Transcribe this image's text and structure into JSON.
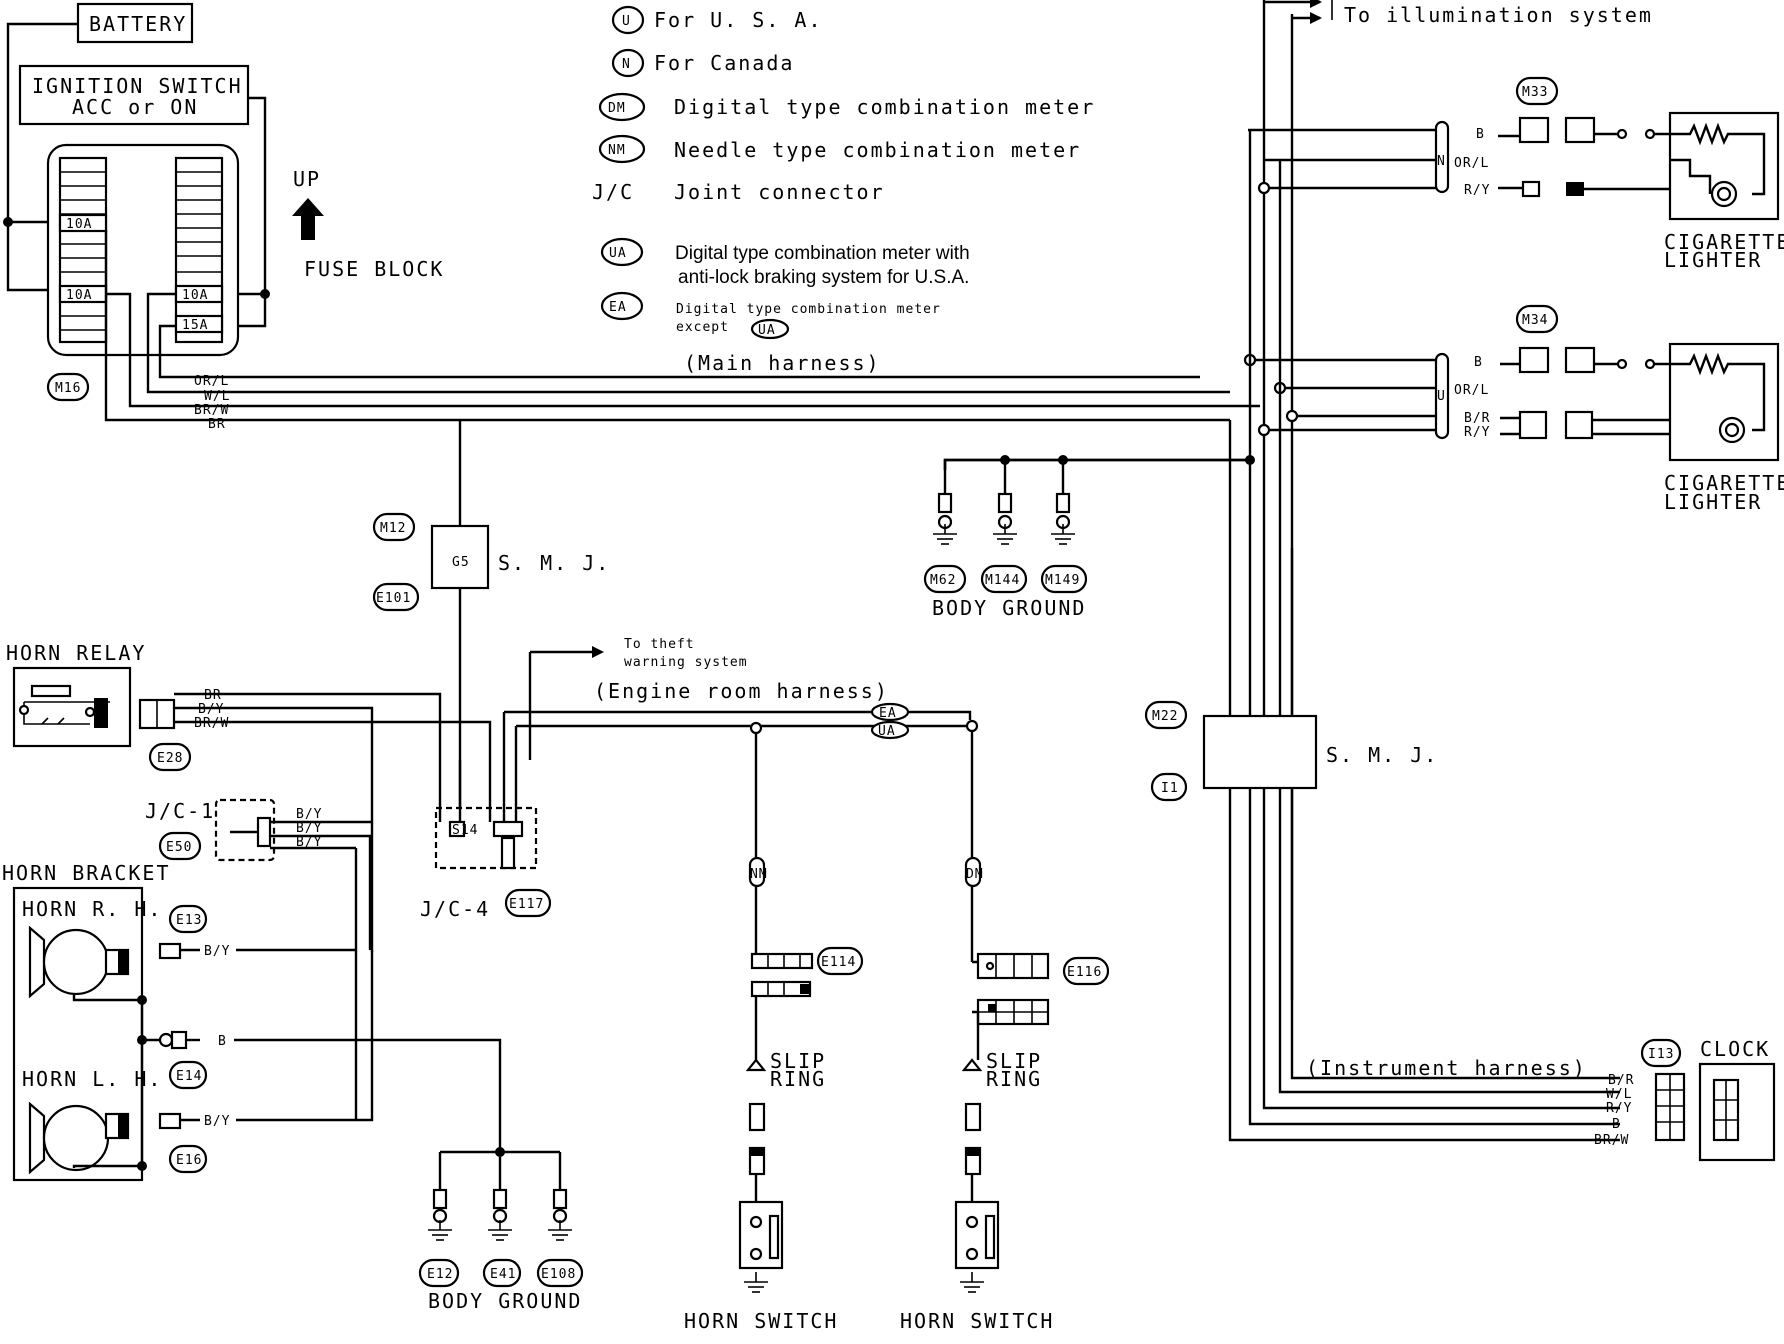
{
  "legend": {
    "U": {
      "tag": "U",
      "text": "For U. S. A."
    },
    "N": {
      "tag": "N",
      "text": "For Canada"
    },
    "DM": {
      "tag": "DM",
      "text": "Digital type combination meter"
    },
    "NM": {
      "tag": "NM",
      "text": "Needle type combination meter"
    },
    "JC": {
      "tag": "J/C",
      "text": "Joint connector"
    },
    "UA": {
      "tag": "UA",
      "text1": "Digital type combination meter with",
      "text2": "anti-lock braking system for U.S.A."
    },
    "EA": {
      "tag": "EA",
      "text1": "Digital type combination meter",
      "text2": "except"
    }
  },
  "labels": {
    "battery": "BATTERY",
    "ignition1": "IGNITION SWITCH",
    "ignition2": "ACC or ON",
    "up": "UP",
    "fuse_block": "FUSE BLOCK",
    "fuse_10a_a": "10A",
    "fuse_10a_b": "10A",
    "fuse_10a_c": "10A",
    "fuse_15a": "15A",
    "to_illumination": "To illumination system",
    "main_harness": "(Main harness)",
    "engine_room_harness": "(Engine room harness)",
    "instrument_harness": "(Instrument harness)",
    "to_theft1": "To theft",
    "to_theft2": "warning system",
    "smj": "S. M. J.",
    "horn_relay": "HORN RELAY",
    "horn_bracket": "HORN BRACKET",
    "horn_rh": "HORN R. H.",
    "horn_lh": "HORN L. H.",
    "jc1": "J/C-1",
    "jc4": "J/C-4",
    "body_ground": "BODY GROUND",
    "cig1a": "CIGARETTE",
    "cig1b": "LIGHTER",
    "cig2a": "CIGARETTE",
    "cig2b": "LIGHTER",
    "clock": "CLOCK",
    "slip1": "SLIP",
    "ring1": "RING",
    "slip2": "SLIP",
    "ring2": "RING",
    "horn_switch1": "HORN SWITCH",
    "horn_switch2": "HORN SWITCH"
  },
  "connectors": {
    "M16": "M16",
    "M12": "M12",
    "E101": "E101",
    "E28": "E28",
    "E50": "E50",
    "E13": "E13",
    "E14": "E14",
    "E16": "E16",
    "E117": "E117",
    "E114": "E114",
    "E116": "E116",
    "E12": "E12",
    "E41": "E41",
    "E108": "E108",
    "M62": "M62",
    "M144": "M144",
    "M149": "M149",
    "M33": "M33",
    "M34": "M34",
    "M22": "M22",
    "I1": "I1",
    "I13": "I13",
    "NM": "NM",
    "DM": "DM",
    "EA": "EA",
    "UA": "UA",
    "N": "N",
    "U": "U"
  },
  "wires": {
    "or_l": "OR/L",
    "w_l": "W/L",
    "br_w": "BR/W",
    "br": "BR",
    "b_y": "B/Y",
    "b": "B",
    "b_r": "B/R",
    "r_y": "R/Y",
    "g5": "G5",
    "s14": "S14"
  },
  "colors": {
    "line": "#000000",
    "background": "#ffffff"
  }
}
